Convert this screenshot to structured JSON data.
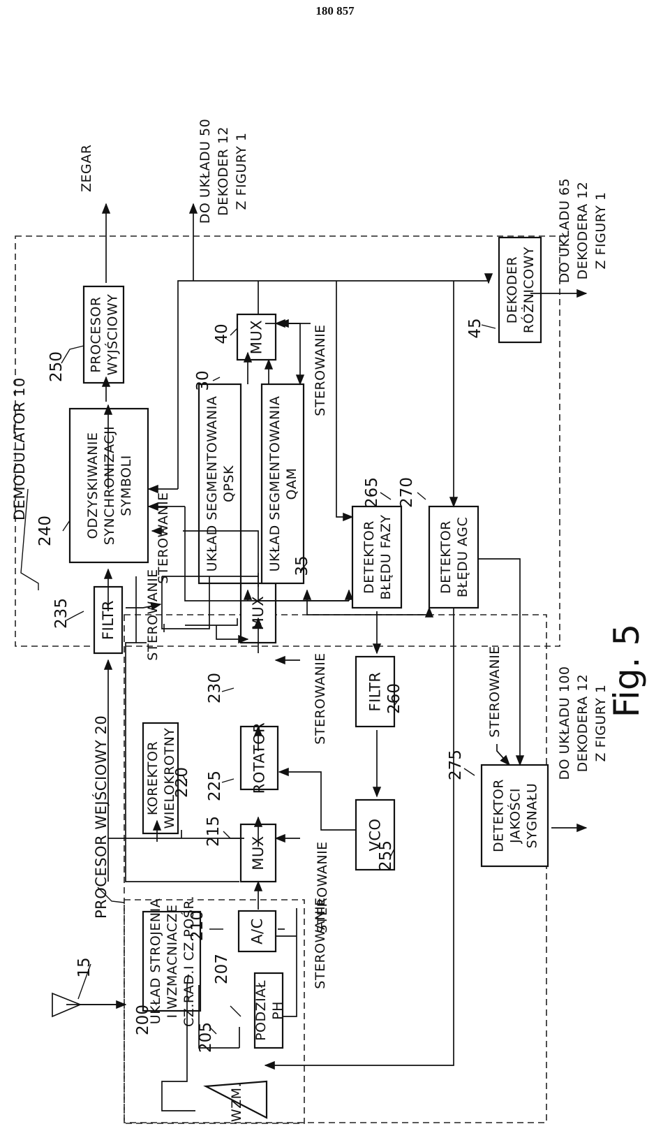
{
  "page_number": "180 857",
  "figure": {
    "caption": "Fig. 5"
  },
  "groups": {
    "demodulator": {
      "label": "DEMODULATOR 10"
    },
    "input_processor": {
      "label": "PROCESOR WEJŚCIOWY 20"
    }
  },
  "antenna": {
    "ref": "15"
  },
  "blocks": {
    "tuner": {
      "ref": "200",
      "lines": [
        "UKŁAD STROJENIA",
        "I WZMACNIACZE",
        "CZ.RAD.I CZ.POŚR."
      ]
    },
    "amp": {
      "ref": "205",
      "lines": [
        "WZM."
      ]
    },
    "divider": {
      "ref": "207",
      "lines": [
        "PODZIAŁ",
        "PH"
      ]
    },
    "adc": {
      "ref": "210",
      "lines": [
        "A/C"
      ]
    },
    "mux1": {
      "ref": "215",
      "lines": [
        "MUX"
      ]
    },
    "equalizer": {
      "ref": "220",
      "lines": [
        "KOREKTOR",
        "WIELOKROTNY"
      ]
    },
    "rotator": {
      "ref": "225",
      "lines": [
        "ROTATOR"
      ]
    },
    "mux2": {
      "ref": "230",
      "lines": [
        "MUX"
      ]
    },
    "filter1": {
      "ref": "235",
      "lines": [
        "FILTR"
      ]
    },
    "symsync": {
      "ref": "240",
      "lines": [
        "ODZYSKIWANIE",
        "SYNCHRONIZACJI",
        "SYMBOLI"
      ]
    },
    "outproc": {
      "ref": "250",
      "lines": [
        "PROCESOR",
        "WYJŚCIOWY"
      ]
    },
    "vco": {
      "ref": "255",
      "lines": [
        "VCO"
      ]
    },
    "filter2": {
      "ref": "260",
      "lines": [
        "FILTR"
      ]
    },
    "phase_err": {
      "ref": "265",
      "lines": [
        "DETEKTOR",
        "BŁĘDU FAZY"
      ]
    },
    "agc_err": {
      "ref": "270",
      "lines": [
        "DETEKTOR",
        "BŁĘDU AGC"
      ]
    },
    "quality": {
      "ref": "275",
      "lines": [
        "DETEKTOR",
        "JAKOŚCI",
        "SYGNAŁU"
      ]
    },
    "qpsk": {
      "ref": "30",
      "lines": [
        "UKŁAD SEGMENTOWANIA",
        "QPSK"
      ]
    },
    "qam": {
      "ref": "35",
      "lines": [
        "UKŁAD SEGMENTOWANIA",
        "QAM"
      ]
    },
    "mux3": {
      "ref": "40",
      "lines": [
        "MUX"
      ]
    },
    "diffdec": {
      "ref": "45",
      "lines": [
        "DEKODER",
        "RÓŻNICOWY"
      ]
    }
  },
  "control": {
    "label": "STEROWANIE"
  },
  "outputs": {
    "clock": {
      "lines": [
        "ZEGAR"
      ]
    },
    "to_50": {
      "lines": [
        "DO UKŁADU 50",
        "DEKODER 12",
        "Z FIGURY 1"
      ]
    },
    "to_65": {
      "lines": [
        "DO UKŁADU 65",
        "DEKODERA 12",
        "Z FIGURY 1"
      ]
    },
    "to_100": {
      "lines": [
        "DO UKŁADU 100",
        "DEKODERA 12",
        "Z FIGURY 1"
      ]
    }
  }
}
